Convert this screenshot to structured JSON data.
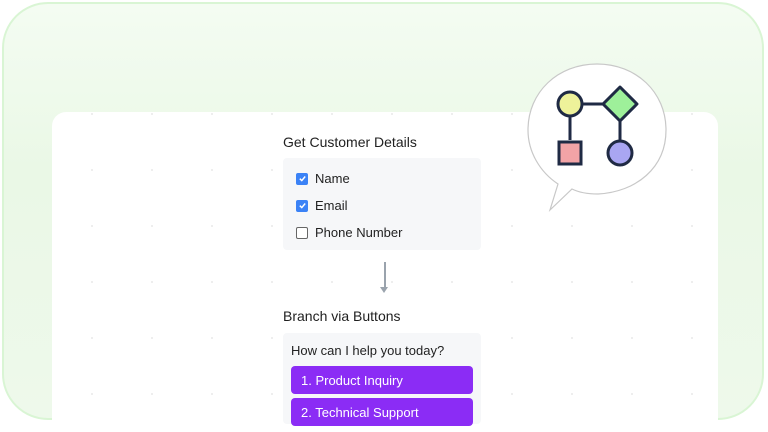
{
  "nodes": {
    "customer_details": {
      "title": "Get Customer Details",
      "fields": [
        {
          "label": "Name",
          "checked": true
        },
        {
          "label": "Email",
          "checked": true
        },
        {
          "label": "Phone Number",
          "checked": false
        }
      ]
    },
    "branch": {
      "title": "Branch via Buttons",
      "prompt": "How can I help you today?",
      "buttons": [
        {
          "label": "1. Product Inquiry"
        },
        {
          "label": "2. Technical Support"
        }
      ]
    }
  },
  "bubble": {
    "icon": "flowchart-icon",
    "colors": {
      "circle": "#eef29a",
      "diamond": "#9ef09a",
      "square": "#f2a3a6",
      "circle2": "#a9a6f2",
      "stroke": "#1f2a44"
    }
  },
  "colors": {
    "accent": "#8b2cf5",
    "checkbox": "#3b82f6",
    "frame": "#d9f5d4"
  }
}
